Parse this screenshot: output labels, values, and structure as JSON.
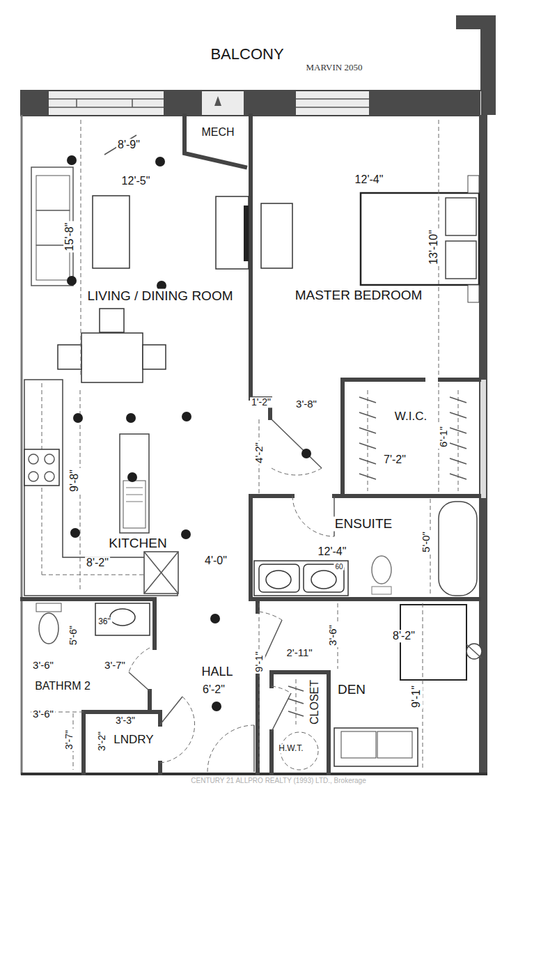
{
  "diagram": {
    "nodes": [
      {
        "text": [
          "MECH"
        ]
      },
      {
        "text": [
          "LIVING / DINING ROOM",
          "8'-9\"",
          "12'-5\"",
          "15'-8\""
        ]
      },
      {
        "text": [
          "MASTER BEDROOM",
          "12'-4\"",
          "13'-10\""
        ]
      },
      {
        "text": [
          "W.I.C.",
          "6'-1\"",
          "7'-2\""
        ]
      },
      {
        "text": [
          "KITCHEN",
          "9'-8\"",
          "8'-2\"",
          "4'-0\""
        ]
      },
      {
        "text": [
          "ENSUITE",
          "12'-4\"",
          "5'-0\"",
          "60"
        ]
      },
      {
        "text": [
          "BATHRM 2",
          "36\"",
          "5'-6\"",
          "3'-6\"",
          "3'-7\""
        ]
      },
      {
        "text": [
          "HALL",
          "6'-2\""
        ]
      },
      {
        "text": [
          "LNDRY",
          "3'-3\"",
          "3'-2\""
        ]
      },
      {
        "text": [
          "DEN",
          "8'-2\"",
          "9'-1\""
        ]
      },
      {
        "text": [
          "CLOSET",
          "H.W.T."
        ]
      }
    ],
    "labels": [
      "BALCONY",
      "MARVIN 2050",
      "1'-2\"",
      "3'-8\"",
      "4'-2\"",
      "9'-1\"",
      "2'-11\"",
      "3'-6\"",
      "3'-6\"",
      "3'-7\"",
      "CENTURY 21 ALLPRO REALTY (1993) LTD., Brokerage"
    ]
  }
}
